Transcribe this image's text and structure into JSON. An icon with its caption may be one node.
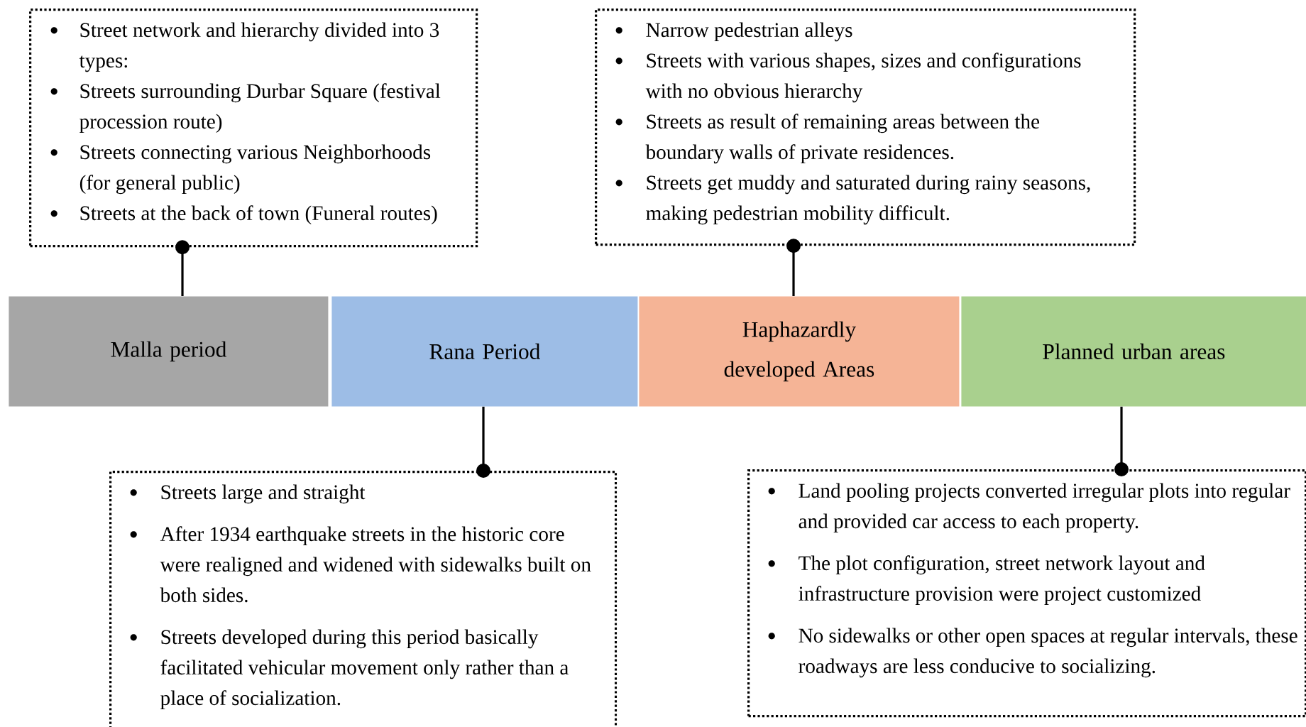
{
  "diagram": {
    "nodes": [
      {
        "text": [
          "Street network and hierarchy divided into 3 types:",
          "Streets surrounding Durbar Square (festival procession route)",
          "Streets connecting various Neighborhoods (for general public)",
          "Streets at the back of town (Funeral routes)"
        ]
      },
      {
        "text": [
          "Narrow pedestrian alleys",
          "Streets with various shapes, sizes and configurations with no obvious hierarchy",
          "Streets as result of remaining areas between the boundary walls of private residences.",
          "Streets get muddy and saturated during rainy seasons, making pedestrian mobility difficult."
        ]
      },
      {
        "text": [
          "Malla period"
        ]
      },
      {
        "text": [
          "Rana Period"
        ]
      },
      {
        "text": [
          "Haphazardly developed Areas"
        ]
      },
      {
        "text": [
          "Planned urban areas"
        ]
      },
      {
        "text": [
          "Streets large and straight",
          "After 1934 earthquake streets in the historic core were realigned and widened with sidewalks built on both sides.",
          "Streets developed during this period basically facilitated vehicular movement only rather than a place of socialization."
        ]
      },
      {
        "text": [
          "Land pooling projects converted irregular plots into regular and provided car access to each property.",
          "The plot configuration, street network layout and infrastructure provision were project customized",
          "No sidewalks or other open spaces at regular intervals, these roadways are less conducive to socializing."
        ]
      }
    ],
    "edges": [
      {
        "from": 2,
        "to": 0,
        "arrow": "other"
      },
      {
        "from": 3,
        "to": 6,
        "arrow": "other"
      },
      {
        "from": 4,
        "to": 1,
        "arrow": "other"
      },
      {
        "from": 5,
        "to": 7,
        "arrow": "other"
      }
    ]
  }
}
